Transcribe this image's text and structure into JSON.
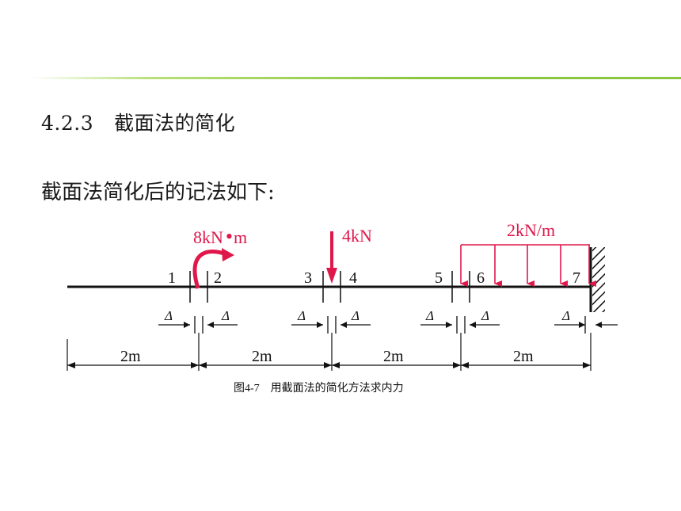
{
  "section": {
    "number": "4.2.3",
    "title": "截面法的简化"
  },
  "intro": "截面法简化后的记法如下:",
  "diagram": {
    "caption": "图4-7　用截面法的简化方法求内力",
    "moment_label": "8kN",
    "moment_unit": "m",
    "point_load_label": "4kN",
    "distributed_load_label": "2kN/m",
    "section_numbers": [
      "1",
      "2",
      "3",
      "4",
      "5",
      "6",
      "7"
    ],
    "delta_symbol": "Δ",
    "span_labels": [
      "2m",
      "2m",
      "2m",
      "2m"
    ],
    "colors": {
      "load": "#e0174b",
      "beam": "#111111"
    }
  }
}
